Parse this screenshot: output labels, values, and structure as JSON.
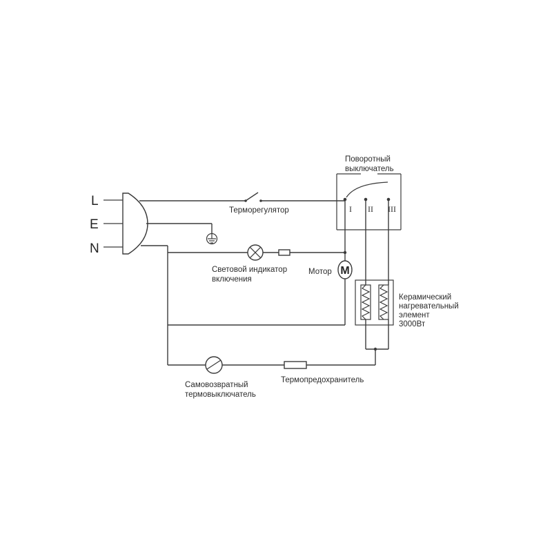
{
  "terminals": {
    "L": "L",
    "E": "E",
    "N": "N"
  },
  "components": {
    "thermostat": "Терморегулятор",
    "indicator_line1": "Световой индикатор",
    "indicator_line2": "включения",
    "motor": "Мотор",
    "motor_symbol": "M",
    "rotary_switch_line1": "Поворотный",
    "rotary_switch_line2": "выключатель",
    "switch_positions": [
      "I",
      "II",
      "III"
    ],
    "heater_line1": "Керамический",
    "heater_line2": "нагревательный",
    "heater_line3": "элемент",
    "heater_line4": "3000Вт",
    "auto_reset_line1": "Самовозвратный",
    "auto_reset_line2": "термовыключатель",
    "thermal_fuse": "Термопредохранитель"
  }
}
